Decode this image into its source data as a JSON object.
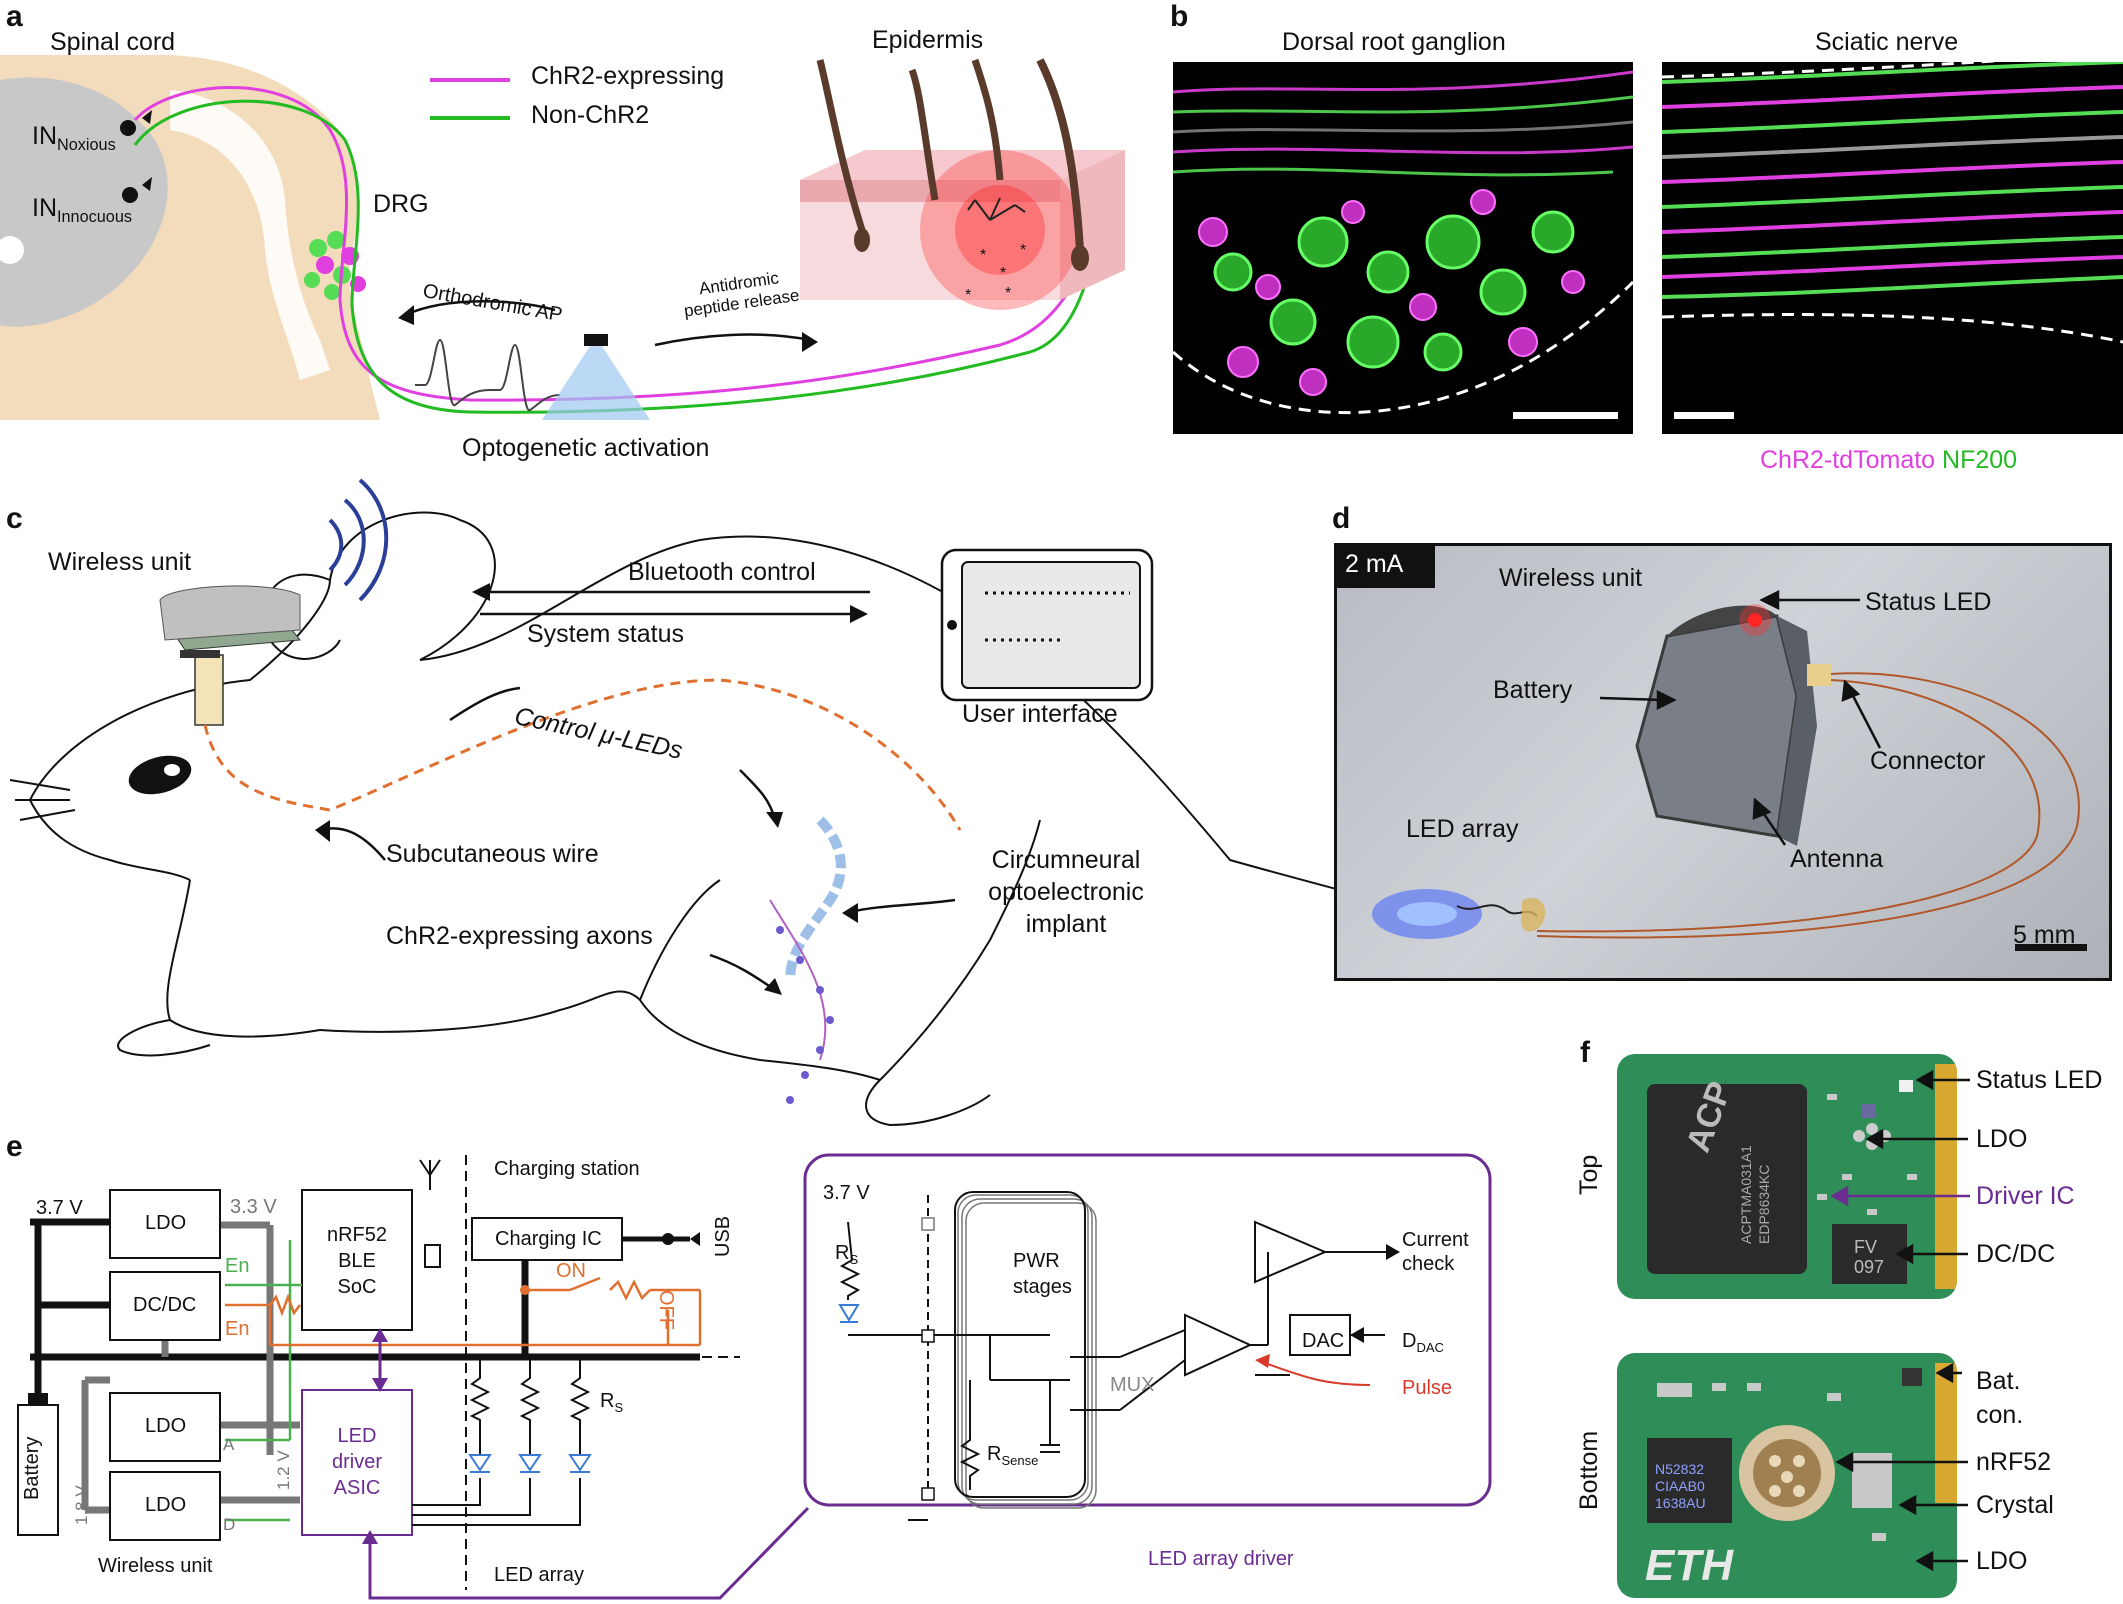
{
  "panels": {
    "a": {
      "label": "a",
      "spinal_cord": "Spinal cord",
      "in_main": "IN",
      "in_noxious_sub": "Noxious",
      "in_innocuous_sub": "Innocuous",
      "drg": "DRG",
      "legend_chr2": "ChR2-expressing",
      "legend_nonchr2": "Non-ChR2",
      "epidermis": "Epidermis",
      "orthodromic": "Orthodromic AP",
      "antidromic_line1": "Antidromic",
      "antidromic_line2": "peptide release",
      "optogenetic": "Optogenetic activation"
    },
    "b": {
      "label": "b",
      "drg_title": "Dorsal root ganglion",
      "sciatic_title": "Sciatic nerve",
      "stain_magenta": "ChR2-tdTomato",
      "stain_green": "NF200"
    },
    "c": {
      "label": "c",
      "wireless_unit": "Wireless unit",
      "bluetooth": "Bluetooth control",
      "system_status": "System status",
      "user_interface": "User interface",
      "control_leds": "Control μ-LEDs",
      "subcutaneous": "Subcutaneous wire",
      "chr2_axons": "ChR2-expressing axons",
      "implant_line1": "Circumneural",
      "implant_line2": "optoelectronic",
      "implant_line3": "implant"
    },
    "d": {
      "label": "d",
      "current": "2 mA",
      "wireless_unit": "Wireless unit",
      "status_led": "Status LED",
      "battery": "Battery",
      "connector": "Connector",
      "led_array": "LED array",
      "antenna": "Antenna",
      "scale": "5 mm"
    },
    "e": {
      "label": "e",
      "v37": "3.7 V",
      "ldo": "LDO",
      "dcdc": "DC/DC",
      "v33": "3.3 V",
      "en": "En",
      "nrf_line1": "nRF52",
      "nrf_line2": "BLE",
      "nrf_line3": "SoC",
      "charging_station": "Charging station",
      "charging_ic": "Charging IC",
      "usb": "USB",
      "on": "ON",
      "off": "OFF",
      "battery": "Battery",
      "v18": "1.8 V",
      "v12": "1.2 V",
      "a": "A",
      "d": "D",
      "asic_line1": "LED",
      "asic_line2": "driver",
      "asic_line3": "ASIC",
      "rs_main": "R",
      "rs_sub": "S",
      "wireless_unit": "Wireless unit",
      "led_array": "LED array",
      "drv_v37": "3.7 V",
      "pwr_line1": "PWR",
      "pwr_line2": "stages",
      "mux": "MUX",
      "rsense_main": "R",
      "rsense_sub": "Sense",
      "current_line1": "Current",
      "current_line2": "check",
      "dac": "DAC",
      "ddac_main": "D",
      "ddac_sub": "DAC",
      "pulse": "Pulse",
      "drv_caption": "LED array driver"
    },
    "f": {
      "label": "f",
      "top": "Top",
      "bottom": "Bottom",
      "status_led": "Status LED",
      "ldo_top": "LDO",
      "driver_ic": "Driver IC",
      "dcdc": "DC/DC",
      "bat_line1": "Bat.",
      "bat_line2": "con.",
      "nrf52": "nRF52",
      "crystal": "Crystal",
      "ldo_bottom": "LDO",
      "chip_top_line1": "ACP",
      "chip_top_line2": "ACPTMA031A1",
      "chip_top_line3": "EDP8634KC",
      "fv_line1": "FV",
      "fv_line2": "097",
      "chip_bot_line1": "N52832",
      "chip_bot_line2": "CIAAB0",
      "chip_bot_line3": "1638AU",
      "board_logo": "ETH"
    }
  },
  "colors": {
    "chr2": "#e040e0",
    "nonchr2": "#22bb22",
    "tissue": "#f3dcbc",
    "grey_matter": "#c8c8c8",
    "driver_purple": "#6a2c91",
    "orange": "#e07030",
    "green_wire": "#4caf50",
    "pulse_red": "#d83a2a",
    "pcb_green": "#2e8b57"
  }
}
